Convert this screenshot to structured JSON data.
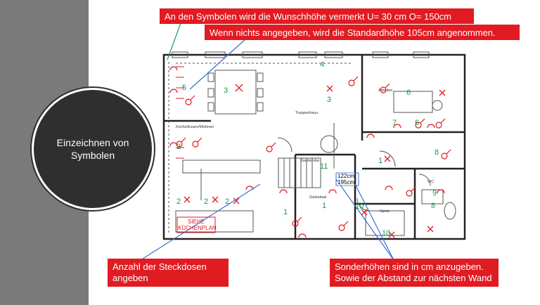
{
  "slide": {
    "title": "Einzeichnen von Symbolen"
  },
  "callouts": {
    "top1": "An den Symbolen wird die Wunschhöhe vermerkt U= 30 cm O= 150cm",
    "top2": "Wenn nichts angegeben, wird die Standardhöhe 105cm angenommen.",
    "bottom_left": "Anzahl der Steckdosen angeben",
    "bottom_right": "Sonderhöhen sind in cm anzugeben. Sowie der Abstand zur nächsten Wand"
  },
  "plan": {
    "measure_1": "122cm",
    "measure_2": "195cm",
    "kitchen_plan_label": "SIEHE KÜCHENPLAN",
    "room_labels": [
      "Küche/Essen/Wohnen",
      "Arbeiten",
      "Treppenhaus",
      "Gästebad",
      "Speis",
      "Garderobe",
      "WC"
    ],
    "socket_counts": [
      "5",
      "3",
      "4",
      "3",
      "6",
      "7",
      "6",
      "8",
      "8",
      "2",
      "1",
      "2",
      "2",
      "2",
      "1",
      "10",
      "10",
      "11",
      "1",
      "9"
    ]
  },
  "colors": {
    "sidebar": "#7a7a7a",
    "circle": "#2f2f2f",
    "accent_red": "#e11b22",
    "symbol_green": "#1a9a4a",
    "line_blue": "#3a6fd0"
  }
}
